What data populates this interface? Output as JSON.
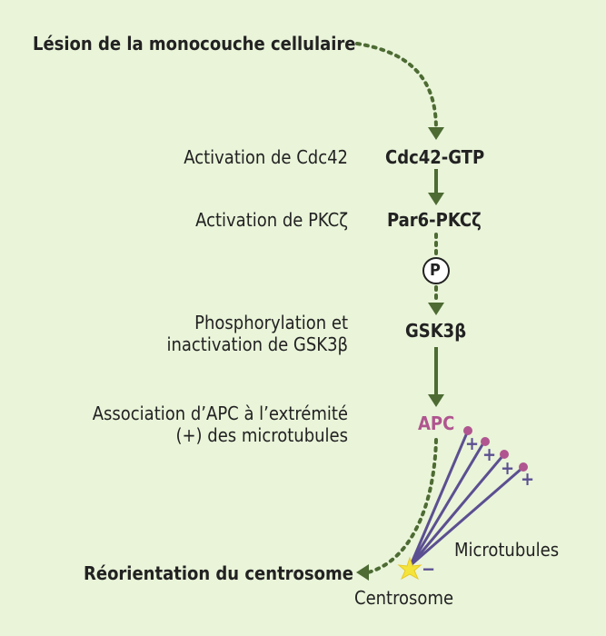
{
  "start_label": "Lésion de la monocouche cellulaire",
  "steps": [
    {
      "description": "Activation de Cdc42",
      "node": "Cdc42-GTP"
    },
    {
      "description": "Activation de PKCζ",
      "node": "Par6-PKCζ"
    },
    {
      "description_line1": "Phosphorylation et",
      "description_line2": "inactivation de GSK3β",
      "node": "GSK3β"
    },
    {
      "description_line1": "Association d’APC à l’extrémité",
      "description_line2": "(+) des microtubules",
      "node": "APC"
    }
  ],
  "phospho_symbol": "P",
  "end_label": "Réorientation du centrosome",
  "microtubules_label": "Microtubules",
  "centrosome_label": "Centrosome",
  "plus_sign": "+",
  "minus_sign": "−",
  "colors": {
    "background": "#e9f4d9",
    "arrow": "#4d6b33",
    "microtubule": "#5b4f91",
    "plus_end": "#b0558f",
    "apc": "#b0558f",
    "centrosome": "#f4e43a"
  }
}
